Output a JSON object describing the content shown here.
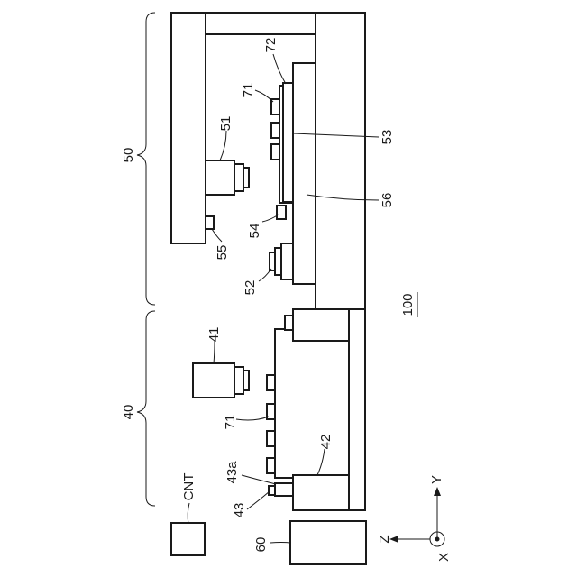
{
  "labels": {
    "l50": "50",
    "l40": "40",
    "l72": "72",
    "l71_top": "71",
    "l51": "51",
    "l53": "53",
    "l56": "56",
    "l54": "54",
    "l55": "55",
    "l52": "52",
    "l100": "100",
    "l41": "41",
    "l71_bottom": "71",
    "l43a": "43a",
    "l42": "42",
    "l43": "43",
    "lCNT": "CNT",
    "l60": "60",
    "axis_z": "Z",
    "axis_y": "Y",
    "axis_x": "X"
  }
}
